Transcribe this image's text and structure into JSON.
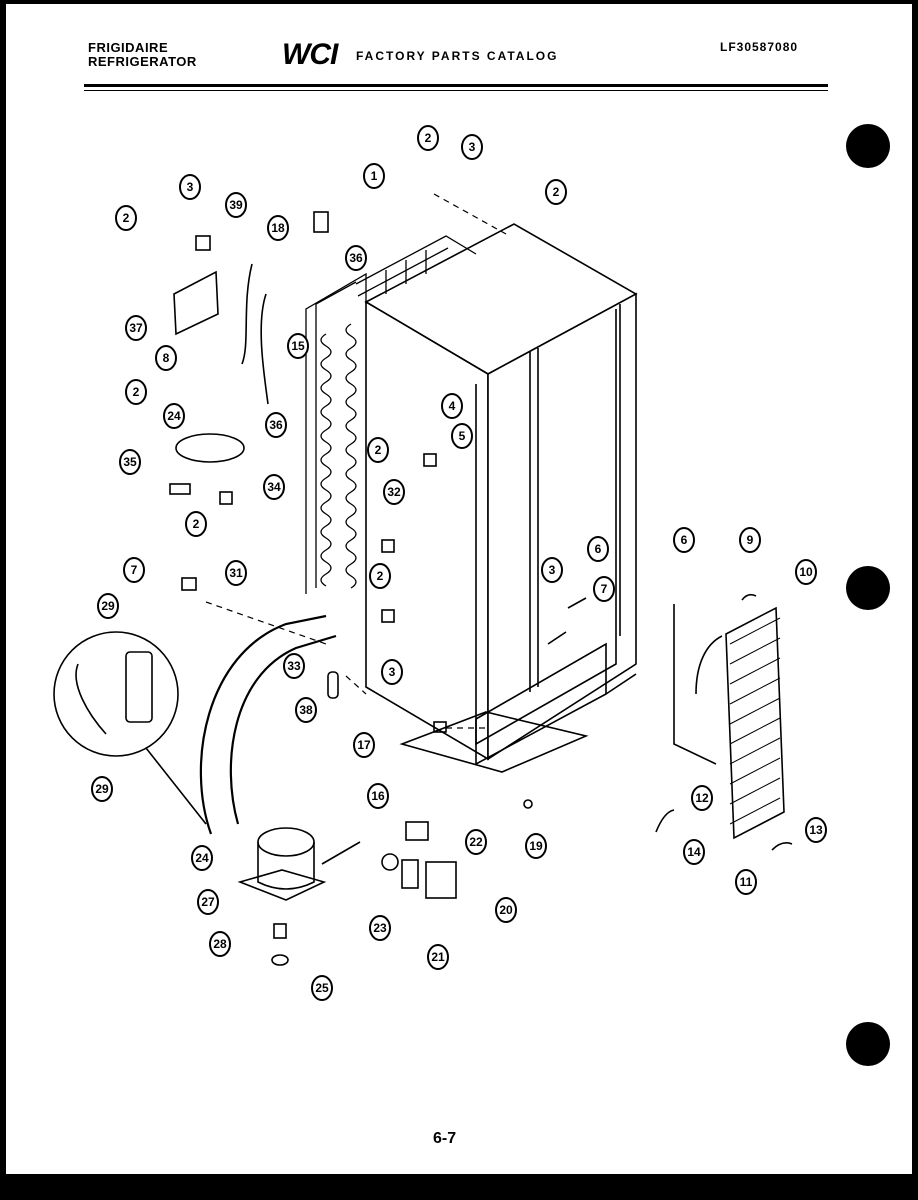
{
  "header": {
    "brand_line1": "FRIGIDAIRE",
    "brand_line2": "REFRIGERATOR",
    "logo": "WCI",
    "catalog_title": "FACTORY PARTS CATALOG",
    "model_code": "LF30587080"
  },
  "footer": {
    "page_number": "6-7"
  },
  "callouts": [
    {
      "label": "1"
    },
    {
      "label": "2"
    },
    {
      "label": "3"
    },
    {
      "label": "2"
    },
    {
      "label": "2"
    },
    {
      "label": "3"
    },
    {
      "label": "39"
    },
    {
      "label": "18"
    },
    {
      "label": "36"
    },
    {
      "label": "37"
    },
    {
      "label": "8"
    },
    {
      "label": "15"
    },
    {
      "label": "2"
    },
    {
      "label": "24"
    },
    {
      "label": "36"
    },
    {
      "label": "35"
    },
    {
      "label": "4"
    },
    {
      "label": "5"
    },
    {
      "label": "2"
    },
    {
      "label": "32"
    },
    {
      "label": "2"
    },
    {
      "label": "34"
    },
    {
      "label": "7"
    },
    {
      "label": "31"
    },
    {
      "label": "2"
    },
    {
      "label": "33"
    },
    {
      "label": "3"
    },
    {
      "label": "38"
    },
    {
      "label": "3"
    },
    {
      "label": "6"
    },
    {
      "label": "7"
    },
    {
      "label": "29"
    },
    {
      "label": "29"
    },
    {
      "label": "17"
    },
    {
      "label": "16"
    },
    {
      "label": "19"
    },
    {
      "label": "6"
    },
    {
      "label": "9"
    },
    {
      "label": "10"
    },
    {
      "label": "12"
    },
    {
      "label": "14"
    },
    {
      "label": "13"
    },
    {
      "label": "11"
    },
    {
      "label": "22"
    },
    {
      "label": "24"
    },
    {
      "label": "27"
    },
    {
      "label": "23"
    },
    {
      "label": "20"
    },
    {
      "label": "21"
    },
    {
      "label": "28"
    },
    {
      "label": "25"
    }
  ]
}
